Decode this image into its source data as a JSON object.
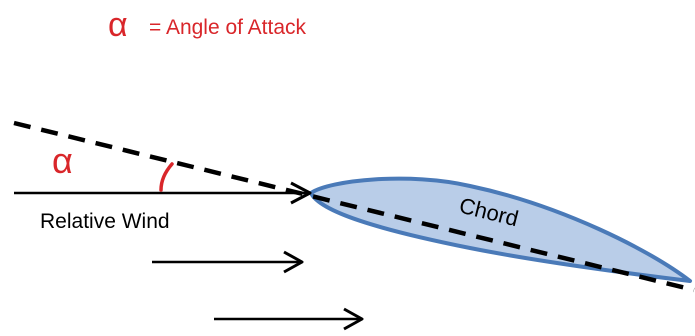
{
  "title": {
    "symbol": "α",
    "text": "= Angle of Attack"
  },
  "labels": {
    "alpha": "α",
    "relative_wind": "Relative Wind",
    "chord": "Chord"
  },
  "colors": {
    "alpha_red": "#d9262a",
    "airfoil_fill": "#b9cde8",
    "airfoil_stroke": "#4a7ab8",
    "line": "#000000"
  },
  "icons": {
    "arrowhead": "open-chevron-arrowhead"
  }
}
